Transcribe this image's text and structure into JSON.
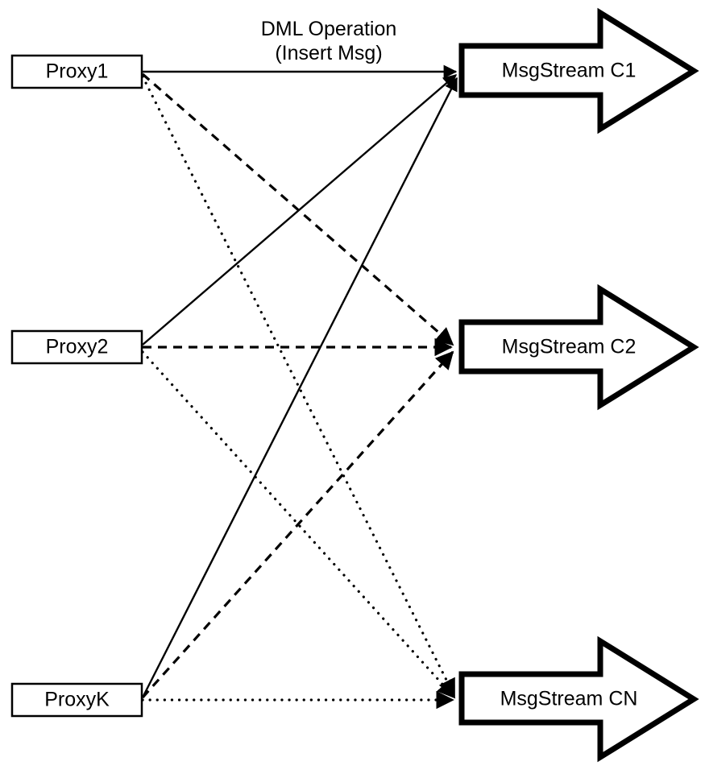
{
  "diagram": {
    "title_text": "DML Operation",
    "subtitle_text": "(Insert Msg)",
    "colors": {
      "stroke": "#000000",
      "fill": "#ffffff"
    },
    "proxies": [
      {
        "id": "proxy1",
        "label": "Proxy1"
      },
      {
        "id": "proxy2",
        "label": "Proxy2"
      },
      {
        "id": "proxyk",
        "label": "ProxyK"
      }
    ],
    "streams": [
      {
        "id": "c1",
        "label": "MsgStream C1"
      },
      {
        "id": "c2",
        "label": "MsgStream C2"
      },
      {
        "id": "cn",
        "label": "MsgStream CN"
      }
    ],
    "edges": [
      {
        "from": "Proxy1",
        "to": "MsgStream C1",
        "style": "solid"
      },
      {
        "from": "Proxy1",
        "to": "MsgStream C2",
        "style": "dashed"
      },
      {
        "from": "Proxy1",
        "to": "MsgStream CN",
        "style": "dotted"
      },
      {
        "from": "Proxy2",
        "to": "MsgStream C1",
        "style": "solid"
      },
      {
        "from": "Proxy2",
        "to": "MsgStream C2",
        "style": "dashed"
      },
      {
        "from": "Proxy2",
        "to": "MsgStream CN",
        "style": "dotted"
      },
      {
        "from": "ProxyK",
        "to": "MsgStream C1",
        "style": "solid"
      },
      {
        "from": "ProxyK",
        "to": "MsgStream C2",
        "style": "dashed"
      },
      {
        "from": "ProxyK",
        "to": "MsgStream CN",
        "style": "dotted"
      }
    ]
  }
}
